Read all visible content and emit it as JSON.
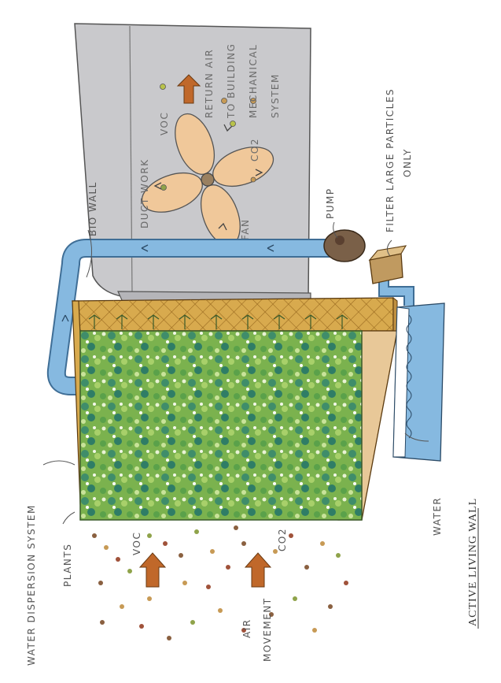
{
  "diagram": {
    "title": "ACTIVE LIVING WALL",
    "labels": {
      "bio_wall": "BIO WALL",
      "duct_work": "DUCT WORK",
      "fan": "FAN",
      "voc_duct": "VOC",
      "co2_duct": "CO2",
      "return_air": "RETURN AIR TO BUILDING MECHANICAL SYSTEM",
      "pump": "PUMP",
      "filter": "FILTER LARGE PARTICLES ONLY",
      "water": "WATER",
      "water_dispersion": "WATER DISPERSION SYSTEM",
      "plants": "PLANTS",
      "voc_air": "VOC",
      "co2_air": "CO2",
      "air_movement": "AIR MOVEMENT"
    },
    "colors": {
      "duct": "#c9c9cc",
      "pipe": "#7fb0d8",
      "plants": "#6fa84a",
      "frame": "#d9a94a",
      "water": "#86b9e0",
      "fan": "#f0c89a",
      "pump": "#7a6048"
    }
  }
}
